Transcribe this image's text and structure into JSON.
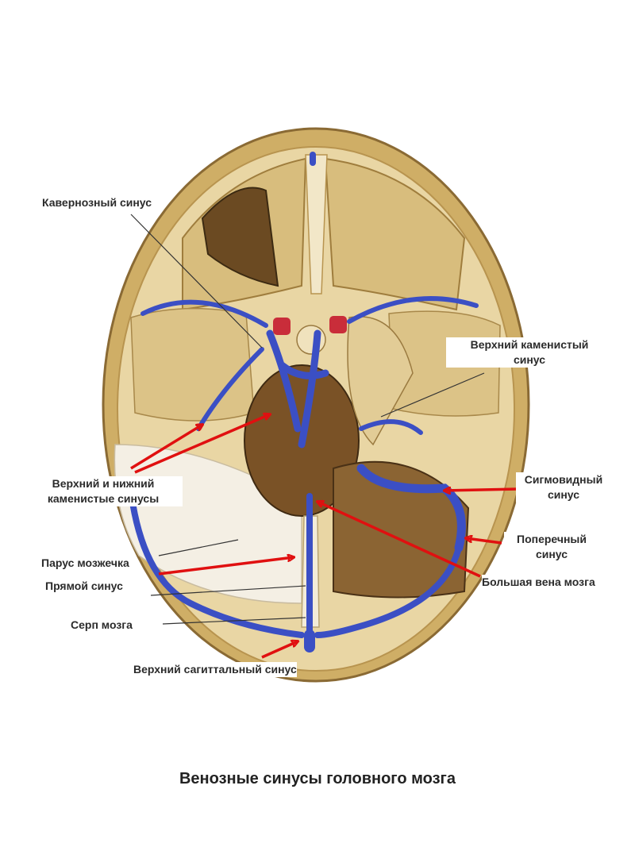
{
  "title": "Венозные синусы головного мозга",
  "colors": {
    "sinus": "#3b4fc4",
    "arrow": "#e01010",
    "bone": "#d9bf7e",
    "dura": "#e4d2a6",
    "cavity": "#7a5226"
  },
  "labels": {
    "cavernous": "Кавернозный синус",
    "superior_petrosal_1": "Верхний каменистый",
    "superior_petrosal_2": "синус",
    "sup_inf_petrosal_1": "Верхний и нижний",
    "sup_inf_petrosal_2": "каменистые синусы",
    "sigmoid_1": "Сигмовидный",
    "sigmoid_2": "синус",
    "transverse_1": "Поперечный",
    "transverse_2": "синус",
    "tentorium": "Парус мозжечка",
    "straight": "Прямой синус",
    "great_vein": "Большая вена мозга",
    "falx": "Серп мозга",
    "superior_sagittal": "Верхний сагиттальный синус"
  }
}
